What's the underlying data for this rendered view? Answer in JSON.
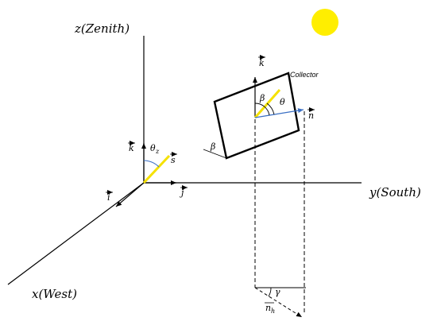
{
  "axes": {
    "z_label": "z(Zenith)",
    "y_label": "y(South)",
    "x_label": "x(West)"
  },
  "unit_vectors": {
    "k": "k",
    "j": "j",
    "i": "i",
    "s": "s",
    "n": "n",
    "n_h": "n",
    "n_h_sub": "h"
  },
  "angles": {
    "theta_z": "θ",
    "theta_z_sub": "z",
    "beta": "β",
    "theta": "θ",
    "gamma": "γ"
  },
  "collector_label": "Collector",
  "colors": {
    "sun": "#ffee00",
    "sun_ray": "#f5e100",
    "normal": "#3a6fc4",
    "line": "#000000"
  }
}
